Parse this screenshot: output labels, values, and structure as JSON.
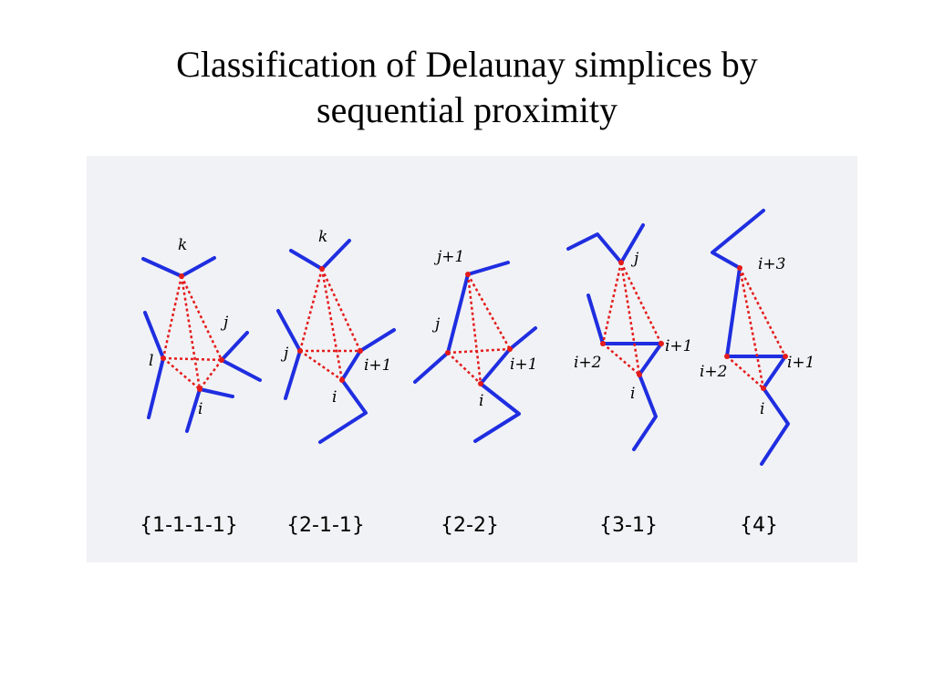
{
  "title": {
    "line1": "Classification of Delaunay simplices by",
    "line2": "sequential proximity"
  },
  "colors": {
    "chain": "#1f2ee0",
    "contact": "#e41b1b",
    "panel_background": "#f1f2f5"
  },
  "simplices": [
    {
      "caption": "{1-1-1-1}",
      "labels": {
        "k": "k",
        "j": "j",
        "l": "l",
        "i": "i"
      }
    },
    {
      "caption": "{2-1-1}",
      "labels": {
        "k": "k",
        "j": "j",
        "i1": "i+1",
        "i": "i"
      }
    },
    {
      "caption": "{2-2}",
      "labels": {
        "j1": "j+1",
        "j": "j",
        "i1": "i+1",
        "i": "i"
      }
    },
    {
      "caption": "{3-1}",
      "labels": {
        "j": "j",
        "i1": "i+1",
        "i2": "i+2",
        "i": "i"
      }
    },
    {
      "caption": "{4}",
      "labels": {
        "i3": "i+3",
        "i1": "i+1",
        "i2": "i+2",
        "i": "i"
      }
    }
  ]
}
